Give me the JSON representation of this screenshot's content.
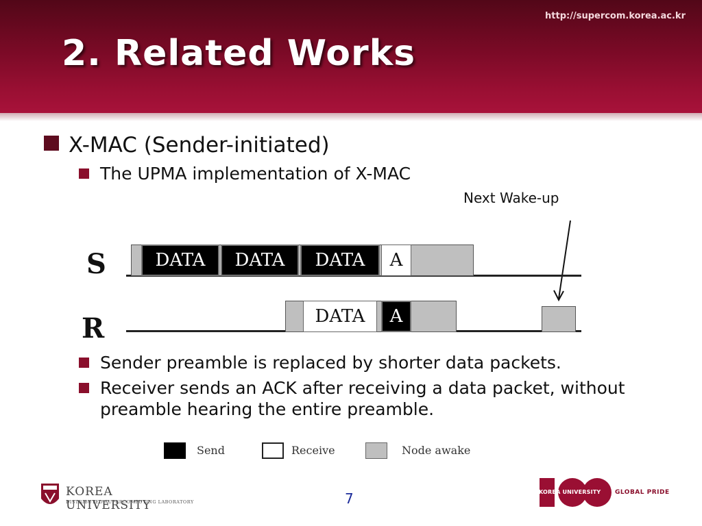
{
  "header": {
    "url": "http://supercom.korea.ac.kr",
    "title": "2. Related Works"
  },
  "bullets": {
    "level1": "X-MAC (Sender-initiated)",
    "level2_impl": "The UPMA implementation of X-MAC",
    "level2_a": "Sender preamble is replaced by shorter data packets.",
    "level2_b_line1": "Receiver sends an ACK after receiving a data packet, without",
    "level2_b_line2": "preamble hearing the entire preamble."
  },
  "diagram": {
    "next_wakeup_label": "Next Wake-up",
    "sender_label": "S",
    "receiver_label": "R",
    "sender_blocks": [
      {
        "text": "DATA",
        "kind": "send"
      },
      {
        "text": "DATA",
        "kind": "send"
      },
      {
        "text": "DATA",
        "kind": "send"
      },
      {
        "text": "A",
        "kind": "receive"
      }
    ],
    "receiver_blocks": [
      {
        "text": "DATA",
        "kind": "receive"
      },
      {
        "text": "A",
        "kind": "send"
      }
    ],
    "colors": {
      "send": "#000000",
      "receive": "#ffffff",
      "awake": "#bfbfbf"
    }
  },
  "legend": {
    "send": "Send",
    "receive": "Receive",
    "awake": "Node awake"
  },
  "footer": {
    "page_number": "7",
    "university_name": "KOREA UNIVERSITY",
    "lab_name": "DISTRIBUTED SUPERCOMPUTING LABORATORY",
    "centennial_left": "KOREA UNIVERSITY",
    "centennial_right": "GLOBAL PRIDE"
  }
}
